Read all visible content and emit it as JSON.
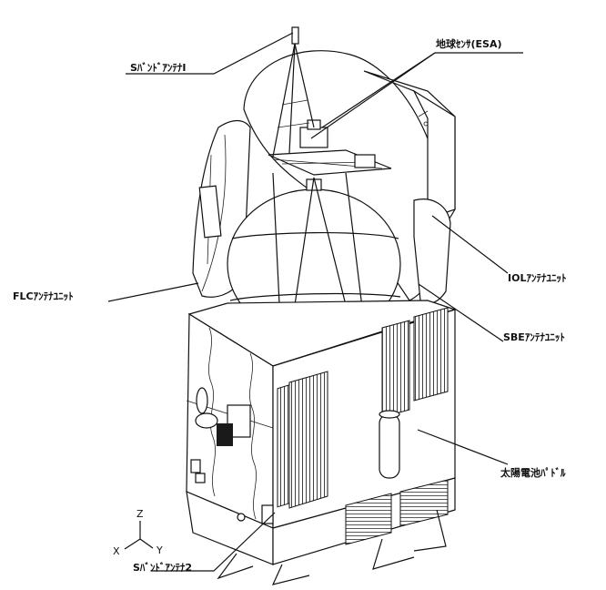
{
  "labels": {
    "s_band_antenna_1": "SﾊﾞﾝﾄﾞｱﾝﾃﾅI",
    "earth_sensor": "地球ｾﾝｻ(ESA)",
    "flc_antenna_unit": "FLCｱﾝﾃﾅﾕﾆｯﾄ",
    "iol_antenna_unit": "IOLｱﾝﾃﾅﾕﾆｯﾄ",
    "sbe_antenna_unit": "SBEｱﾝﾃﾅﾕﾆｯﾄ",
    "solar_paddle": "太陽電池ﾊﾟﾄﾞﾙ",
    "s_band_antenna_2": "Sﾊﾞﾝﾄﾞｱﾝﾃﾅ2"
  },
  "axes": {
    "z": "Z",
    "x": "X",
    "y": "Y"
  }
}
